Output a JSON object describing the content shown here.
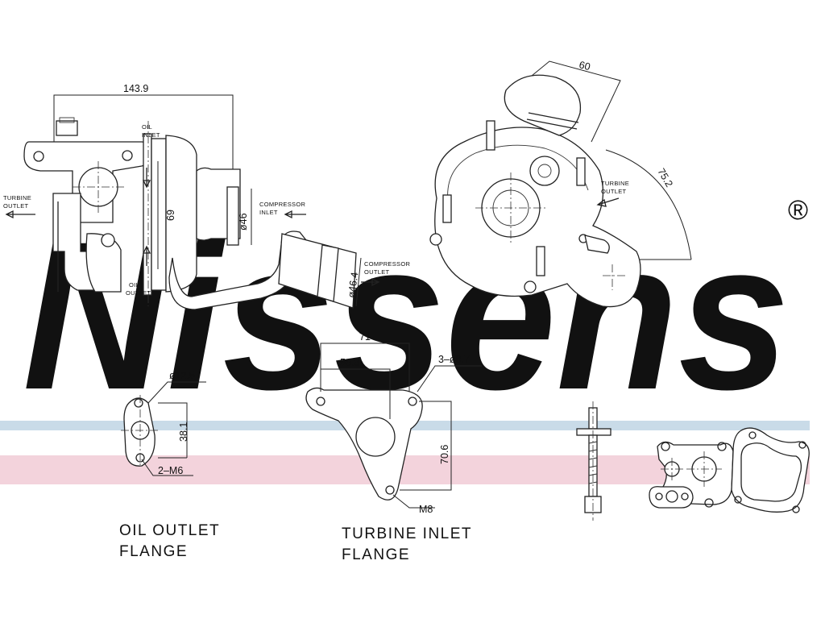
{
  "watermark": {
    "brand": "Nissens",
    "registered": "®",
    "band_top_color": "#c9dbe8",
    "band_bottom_color": "#f3d3dc",
    "letter_color": "#c6d8e6"
  },
  "labels": {
    "oil_inlet": [
      "OIL",
      "INLET"
    ],
    "oil_outlet": [
      "OIL",
      "OUTLET"
    ],
    "turbine_outlet_left": [
      "TURBINE",
      "OUTLET"
    ],
    "turbine_outlet_right": [
      "TURBINE",
      "OUTLET"
    ],
    "compressor_inlet": [
      "COMPRESSOR",
      "INLET"
    ],
    "compressor_outlet": [
      "COMPRESSOR",
      "OUTLET"
    ],
    "oil_outlet_flange": [
      "OIL  OUTLET",
      "FLANGE"
    ],
    "turbine_inlet_flange": [
      "TURBINE  INLET",
      "FLANGE"
    ]
  },
  "dimensions": {
    "overall_width": "143.9",
    "height_69": "69",
    "dia_46": "ø46",
    "dia_46_4": "ø46.4",
    "dim_60": "60",
    "dim_75_2": "75.2",
    "oil_flange_dia": "ø12.5",
    "oil_flange_spacing": "38.1",
    "oil_flange_thread": "2–M6",
    "tif_width": "71",
    "tif_offset": "56.3",
    "tif_holes": "3–ø8.7",
    "tif_height": "70.6",
    "tif_thread": "M8"
  }
}
